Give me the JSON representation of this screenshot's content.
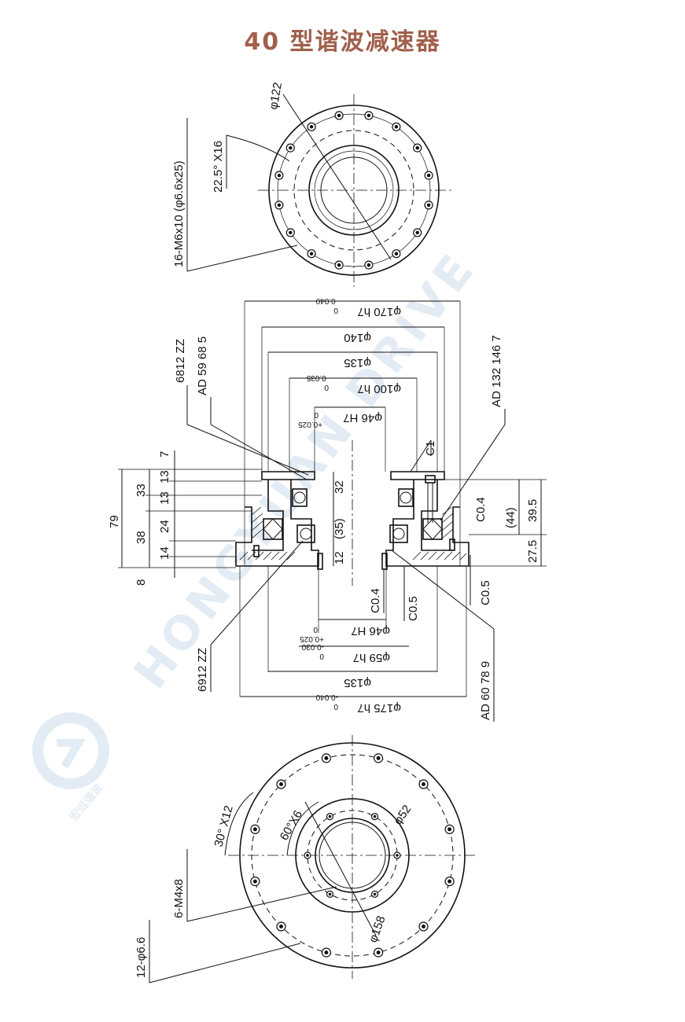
{
  "title": "40 型谐波减速器",
  "colors": {
    "title": "#a0604c",
    "watermark": "#dfe9f2",
    "line": "#111111"
  },
  "watermark": {
    "text": "HONGYUAN DRIVE",
    "logo_text": "宏远谐波"
  },
  "top_view": {
    "pcd_label": "φ122",
    "angle_label": "22.5° X16",
    "holes_label": "16-M6x10 (φ6.6x25)"
  },
  "section_view": {
    "top_dims": [
      "φ170 h7",
      "φ140",
      "φ135",
      "φ100 h7",
      "φ46 H7"
    ],
    "top_tols": [
      {
        "upper": "0",
        "lower": "-0.040"
      },
      {
        "upper": "0",
        "lower": "-0.035"
      },
      {
        "upper": "+0.025",
        "lower": "0"
      }
    ],
    "bottom_dims": [
      "φ46 H7",
      "φ59 h7",
      "φ135",
      "φ175 h7"
    ],
    "bottom_tols": [
      {
        "upper": "+0.025",
        "lower": "0"
      },
      {
        "upper": "0",
        "lower": "-0.030"
      },
      {
        "upper": "0",
        "lower": "-0.040"
      }
    ],
    "left_dims": [
      "7",
      "13",
      "13",
      "33",
      "24",
      "38",
      "79",
      "14",
      "8"
    ],
    "inner_dims": [
      "32",
      "(35)",
      "12"
    ],
    "right_dims": [
      "(44)",
      "39.5",
      "27.5"
    ],
    "chamfers": [
      "C1",
      "C0.4",
      "C0.4",
      "C0.5",
      "C0.5"
    ],
    "bearing_labels": [
      "6812 ZZ",
      "AD 59 68 5",
      "AD 132 146 7",
      "6912 ZZ",
      "AD 60 78 9"
    ]
  },
  "bottom_view": {
    "pcd_small_label": "φ52",
    "pcd_large_label": "φ158",
    "angle_small_label": "60°X6",
    "angle_large_label": "30° X12",
    "holes_small_label": "6-M4x8",
    "holes_large_label": "12-φ6.6"
  }
}
